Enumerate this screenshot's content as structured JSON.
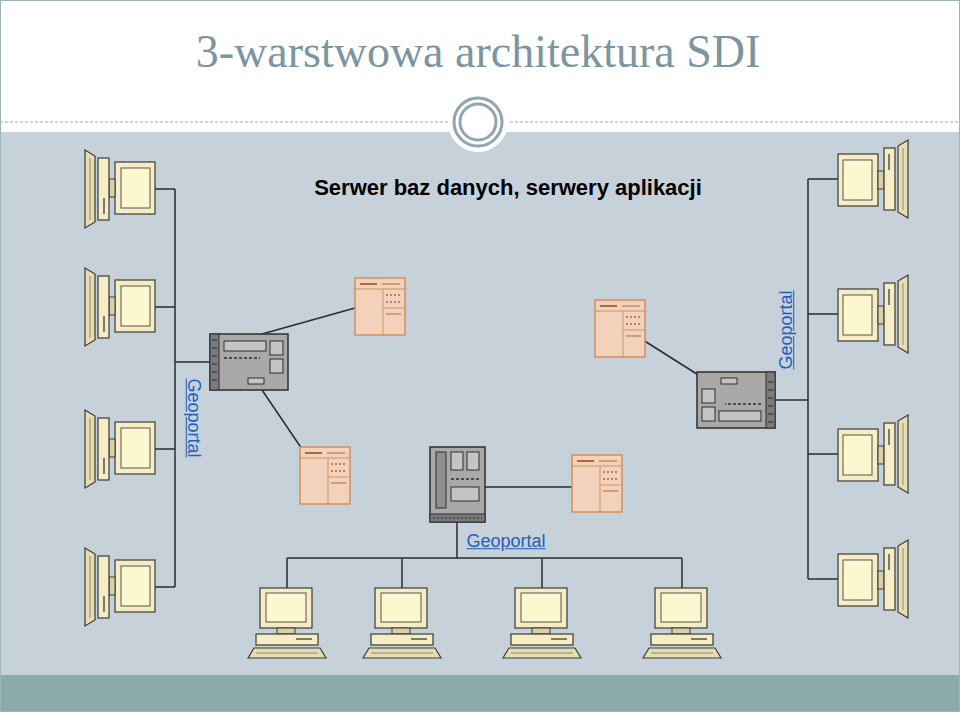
{
  "diagram": {
    "title": "3-warstwowa architektura SDI",
    "labels": [
      "Serwer baz danych, serwery aplikacji",
      "Geoportal",
      "Geoportal",
      "Geoportal"
    ]
  }
}
